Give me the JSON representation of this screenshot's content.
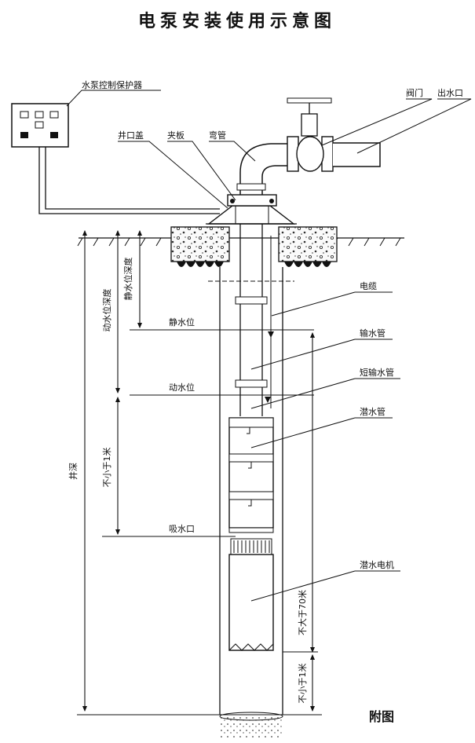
{
  "title": "电泵安装使用示意图",
  "figure_caption": "附图",
  "labels": {
    "controller": "水泵控制保护器",
    "well_cap": "井口盖",
    "clamp_plate": "夹板",
    "elbow": "弯管",
    "valve": "阀门",
    "outlet": "出水口",
    "cable": "电缆",
    "static_level": "静水位",
    "delivery_pipe": "输水管",
    "dynamic_level": "动水位",
    "short_pipe": "短输水管",
    "submersible_pump": "潜水管",
    "intake": "吸水口",
    "submersible_motor": "潜水电机"
  },
  "dimensions": {
    "static_depth": "静水位深度",
    "dynamic_depth": "动水位深度",
    "well_depth": "井深",
    "min_1m_upper": "不小于1米",
    "max_70m": "不大于70米",
    "min_1m_lower": "不小于1米"
  }
}
